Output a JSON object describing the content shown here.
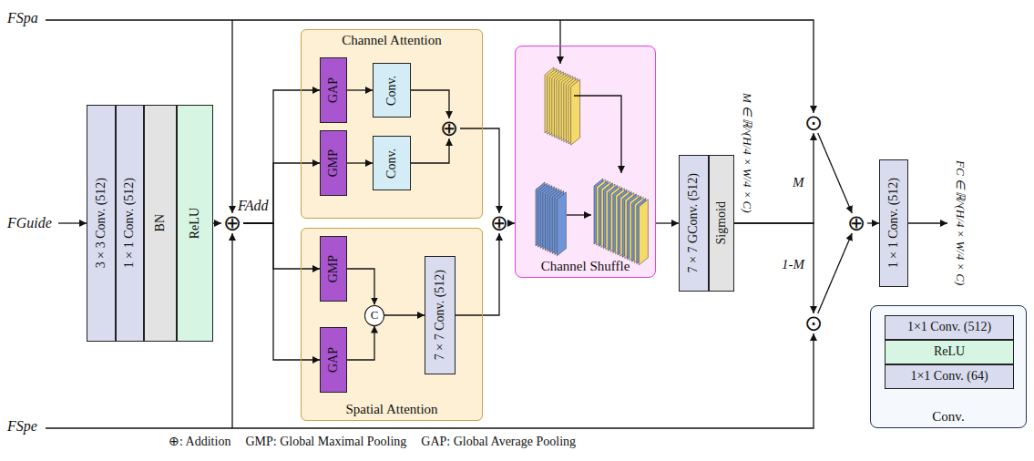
{
  "diagram": {
    "nodes": [
      {
        "text": [
          "3×3 Conv. (512)"
        ]
      },
      {
        "text": [
          "1×1 Conv. (512)"
        ]
      },
      {
        "text": [
          "BN"
        ]
      },
      {
        "text": [
          "ReLU"
        ]
      },
      {
        "text": [
          "⊕"
        ]
      },
      {
        "text": [
          "Channel Attention"
        ]
      },
      {
        "text": [
          "GAP"
        ],
        "in": 5
      },
      {
        "text": [
          "Conv."
        ],
        "in": 5
      },
      {
        "text": [
          "GMP"
        ],
        "in": 5
      },
      {
        "text": [
          "Conv."
        ],
        "in": 5
      },
      {
        "text": [
          "⊕"
        ],
        "in": 5
      },
      {
        "text": [
          "Spatial Attention"
        ]
      },
      {
        "text": [
          "GMP"
        ],
        "in": 11
      },
      {
        "text": [
          "GAP"
        ],
        "in": 11
      },
      {
        "text": [
          "C"
        ],
        "in": 11
      },
      {
        "text": [
          "7×7 Conv. (512)"
        ],
        "in": 11
      },
      {
        "text": [
          "⊕"
        ]
      },
      {
        "text": [
          "Channel Shuffle"
        ]
      },
      {
        "text": [
          "7×7 GConv. (512)"
        ]
      },
      {
        "text": [
          "Sigmoid"
        ]
      },
      {
        "text": [
          "⊙"
        ]
      },
      {
        "text": [
          "⊙"
        ]
      },
      {
        "text": [
          "⊕"
        ]
      },
      {
        "text": [
          "1×1 Conv. (512)"
        ]
      },
      {
        "text": [
          "Conv."
        ]
      },
      {
        "text": [
          "1×1 Conv. (512)"
        ],
        "in": 24
      },
      {
        "text": [
          "ReLU"
        ],
        "in": 24
      },
      {
        "text": [
          "1×1 Conv. (64)"
        ],
        "in": 24
      }
    ],
    "edges": [
      {
        "from": 3,
        "to": 4,
        "arrow": "to"
      },
      {
        "from": 4,
        "to": 6,
        "arrow": "to"
      },
      {
        "from": 4,
        "to": 8,
        "arrow": "to"
      },
      {
        "from": 4,
        "to": 12,
        "arrow": "to"
      },
      {
        "from": 4,
        "to": 13,
        "arrow": "to"
      },
      {
        "from": 6,
        "to": 7,
        "arrow": "to"
      },
      {
        "from": 8,
        "to": 9,
        "arrow": "to"
      },
      {
        "from": 7,
        "to": 10,
        "arrow": "to"
      },
      {
        "from": 9,
        "to": 10,
        "arrow": "to"
      },
      {
        "from": 10,
        "to": 16,
        "arrow": "to"
      },
      {
        "from": 12,
        "to": 14,
        "arrow": "to"
      },
      {
        "from": 13,
        "to": 14,
        "arrow": "to"
      },
      {
        "from": 14,
        "to": 15,
        "arrow": "to"
      },
      {
        "from": 15,
        "to": 16,
        "arrow": "to"
      },
      {
        "from": 16,
        "to": 17,
        "arrow": "to"
      },
      {
        "from": 17,
        "to": 18,
        "arrow": "to"
      },
      {
        "from": 19,
        "to": 20,
        "label": "M",
        "arrow": "to"
      },
      {
        "from": 19,
        "to": 21,
        "label": "1-M",
        "arrow": "to"
      },
      {
        "from": 20,
        "to": 22,
        "arrow": "to"
      },
      {
        "from": 21,
        "to": 22,
        "arrow": "to"
      },
      {
        "from": 22,
        "to": 23,
        "arrow": "to"
      }
    ],
    "labels": [
      "FSpa",
      "FGuide",
      "FSpe",
      "FAdd",
      "M ∈ ℝ^(H/4×W/4×C)",
      "FC ∈ ℝ^(H/4×W/4×C)",
      "⊕: Addition",
      "GMP: Global Maximal Pooling",
      "GAP: Global Average Pooling"
    ]
  }
}
